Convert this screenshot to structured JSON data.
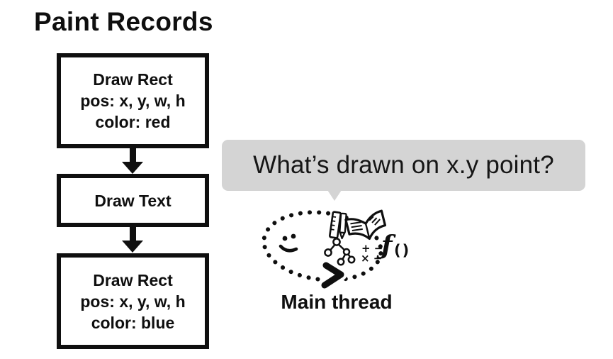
{
  "title": "Paint Records",
  "flowchart": {
    "boxes": [
      {
        "lines": [
          "Draw Rect",
          "pos: x, y, w, h",
          "color: red"
        ]
      },
      {
        "lines": [
          "Draw Text"
        ]
      },
      {
        "lines": [
          "Draw Rect",
          "pos: x, y, w, h",
          "color: blue"
        ]
      }
    ]
  },
  "bubble": {
    "text": "What’s drawn on x.y point?"
  },
  "doodle": {
    "label": "Main thread",
    "plus_minus": "+ −",
    "times_divide": "× ÷",
    "function_f": "ƒ",
    "function_parens": "()"
  },
  "colors": {
    "ink": "#0f0f0f",
    "bubble_bg": "#d4d4d4",
    "background": "#ffffff"
  }
}
